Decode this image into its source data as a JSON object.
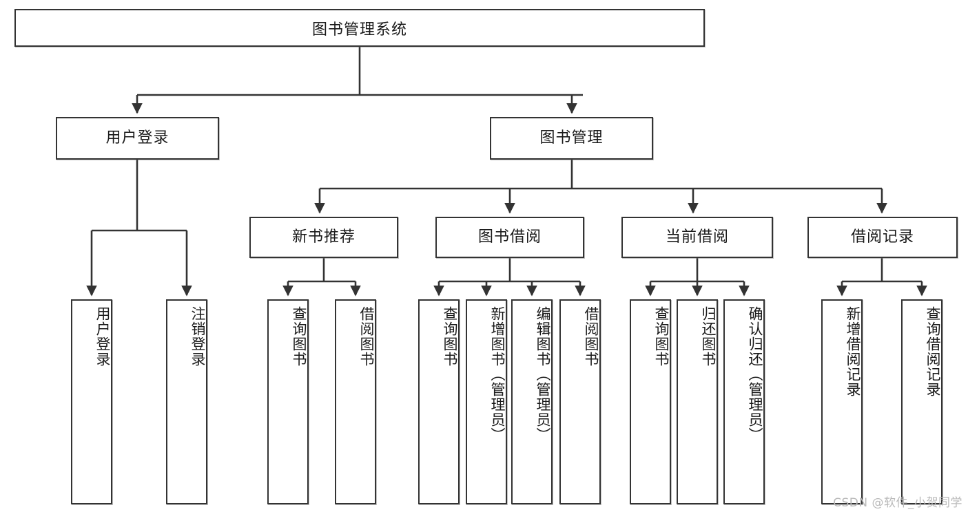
{
  "diagram": {
    "type": "tree-hierarchy",
    "title": "图书管理系统",
    "watermark": "CSDN @软件_小贺同学",
    "line_color": "#333333",
    "box_border_color": "#333333",
    "box_fill_color": "#ffffff",
    "nodes": {
      "root": {
        "label": "图书管理系统"
      },
      "level2": [
        {
          "id": "user-login",
          "label": "用户登录"
        },
        {
          "id": "book-manage",
          "label": "图书管理"
        }
      ],
      "level3": [
        {
          "id": "new-book-rec",
          "label": "新书推荐"
        },
        {
          "id": "book-borrow",
          "label": "图书借阅"
        },
        {
          "id": "current-borrow",
          "label": "当前借阅"
        },
        {
          "id": "borrow-record",
          "label": "借阅记录"
        }
      ],
      "leaves": {
        "user-login": [
          {
            "id": "leaf-user-login",
            "label": "用户登录"
          },
          {
            "id": "leaf-logout",
            "label": "注销登录"
          }
        ],
        "new-book-rec": [
          {
            "id": "leaf-query-book-1",
            "label": "查询图书"
          },
          {
            "id": "leaf-borrow-book-1",
            "label": "借阅图书"
          }
        ],
        "book-borrow": [
          {
            "id": "leaf-query-book-2",
            "label": "查询图书"
          },
          {
            "id": "leaf-add-book",
            "label": "新增图书（管理员）"
          },
          {
            "id": "leaf-edit-book",
            "label": "编辑图书（管理员）"
          },
          {
            "id": "leaf-borrow-book-2",
            "label": "借阅图书"
          }
        ],
        "current-borrow": [
          {
            "id": "leaf-query-book-3",
            "label": "查询图书"
          },
          {
            "id": "leaf-return-book",
            "label": "归还图书"
          },
          {
            "id": "leaf-confirm-return",
            "label": "确认归还（管理员）"
          }
        ],
        "borrow-record": [
          {
            "id": "leaf-add-record",
            "label": "新增借阅记录"
          },
          {
            "id": "leaf-query-record",
            "label": "查询借阅记录"
          }
        ]
      }
    }
  }
}
